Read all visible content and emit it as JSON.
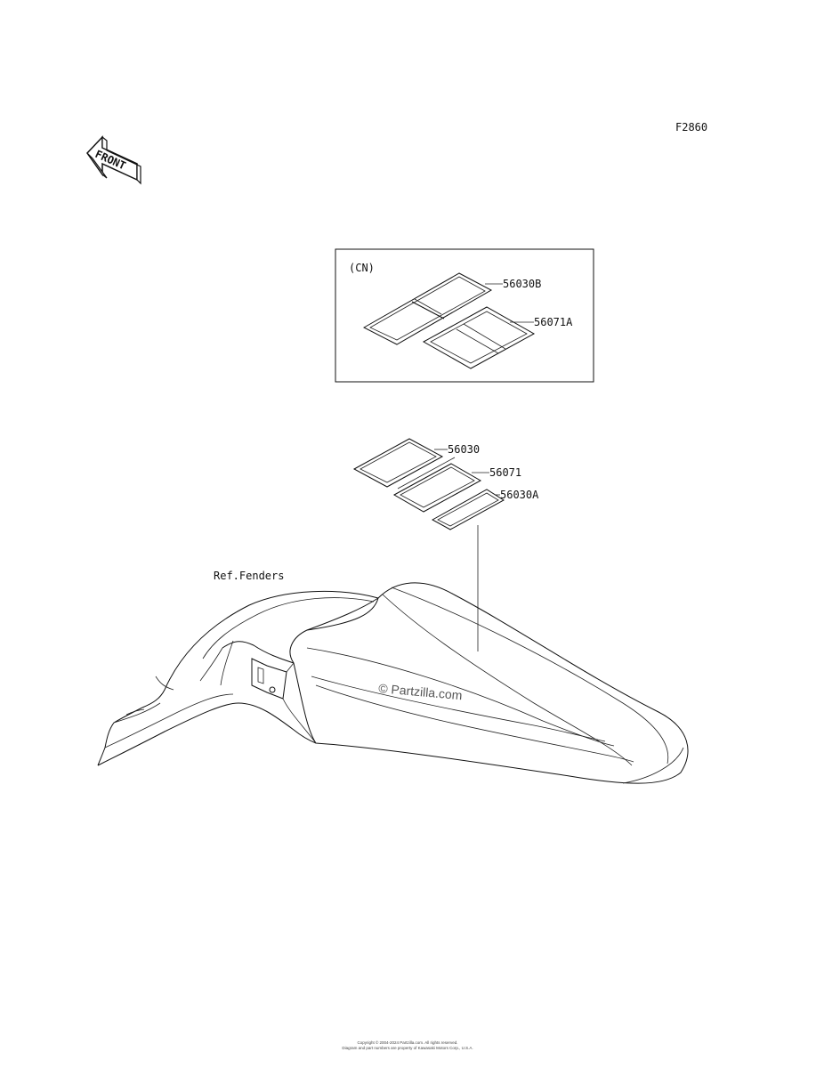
{
  "diagram": {
    "code": "F2860",
    "front_arrow_text": "FRONT",
    "inset_region_label": "(CN)",
    "parts": {
      "inset_upper_label": "56030B",
      "inset_lower_label": "56071A",
      "upper_label": "56030",
      "middle_label": "56071",
      "lower_label": "56030A"
    },
    "reference_label": "Ref.Fenders",
    "watermark": "© Partzilla.com",
    "footer_line1": "Copyright © 2004-2024 Partzilla.com. All rights reserved.",
    "footer_line2": "Diagram and part numbers are property of Kawasaki Motors Corp., U.S.A."
  }
}
